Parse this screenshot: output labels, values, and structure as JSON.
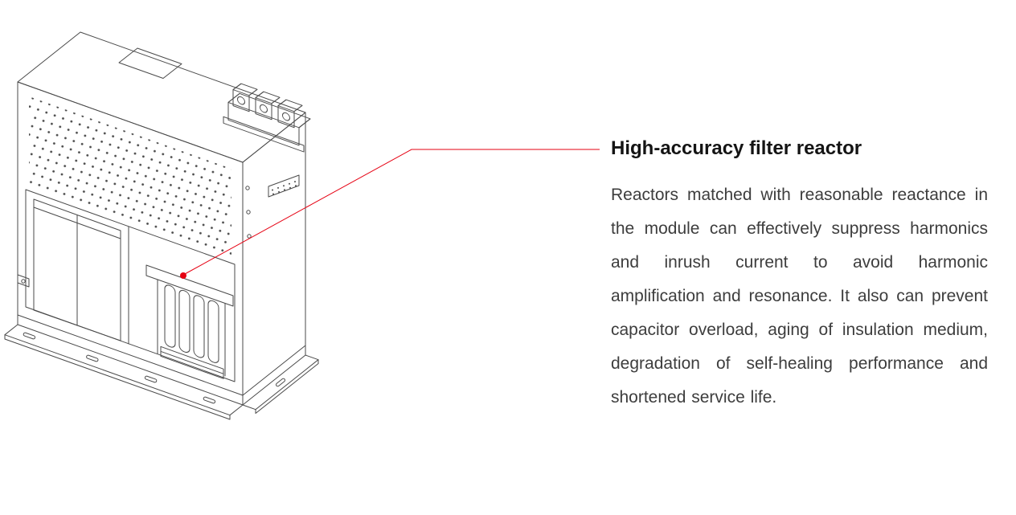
{
  "colors": {
    "accent_red": "#e60012",
    "line": "#4a4a4a",
    "title_color": "#141414",
    "body_color": "#3d3d3d",
    "bg": "#ffffff"
  },
  "callout": {
    "title": "High-accuracy filter reactor",
    "body": "Reactors matched with reasonable reactance in the module can effectively suppress harmonics and inrush current to avoid harmonic amplification and resonance. It also can prevent capacitor overload, aging of insulation medium, degradation of self-healing performance and shortened service life."
  },
  "illustration": {
    "label": "isometric line drawing of filter module with perforated cover, capacitors, filter reactor, top terminal block and mounting flanges"
  }
}
